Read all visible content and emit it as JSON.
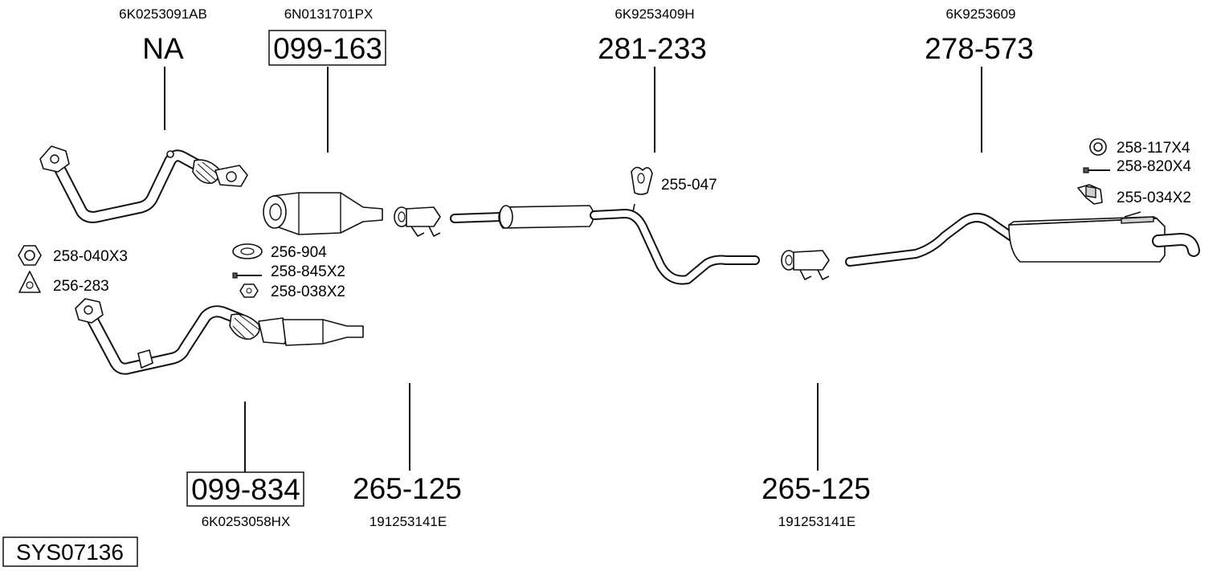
{
  "system_code": "SYS07136",
  "oe_numbers": {
    "front_pipe": "6K0253091AB",
    "catalyst": "6N0131701PX",
    "middle_silencer": "6K9253409H",
    "rear_silencer": "6K9253609",
    "alt_pipe": "6K0253058HX",
    "clamp_1": "191253141E",
    "clamp_2": "191253141E"
  },
  "part_numbers": {
    "front_pipe": "NA",
    "catalyst": "099-163",
    "middle_silencer": "281-233",
    "rear_silencer": "278-573",
    "alt_pipe": "099-834",
    "clamp_1": "265-125",
    "clamp_2": "265-125"
  },
  "accessories": {
    "nut": "258-040X3",
    "gasket_triangle": "256-283",
    "gasket_ring": "256-904",
    "bolt": "258-845X2",
    "nut_small": "258-038X2",
    "rubber_mount": "255-047",
    "ring": "258-117X4",
    "bolt_long": "258-820X4",
    "bracket": "255-034X2"
  }
}
